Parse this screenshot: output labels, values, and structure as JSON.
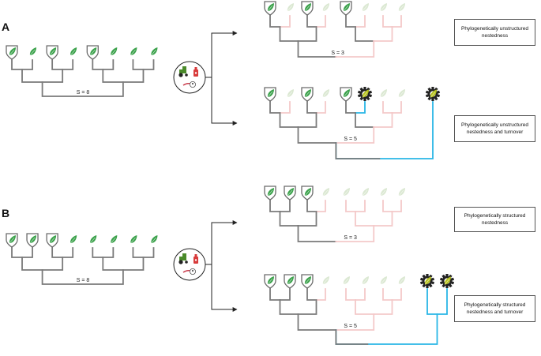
{
  "panels": [
    {
      "letter": "A",
      "source_label": "S = 8",
      "scenarios": [
        {
          "s_label": "S = 3",
          "title_line1": "Phylogenetically unstructured",
          "title_line2": "nestedness"
        },
        {
          "s_label": "S = 5",
          "title_line1": "Phylogenetically unstructured",
          "title_line2": "nestedness and turnover"
        }
      ]
    },
    {
      "letter": "B",
      "source_label": "S = 8",
      "scenarios": [
        {
          "s_label": "S = 3",
          "title_line1": "Phylogenetically structured",
          "title_line2": "nestedness"
        },
        {
          "s_label": "S = 5",
          "title_line1": "Phylogenetically structured",
          "title_line2": "nestedness and turnover"
        }
      ]
    }
  ],
  "colors": {
    "branch": "#7a7a7a",
    "lost_branch": "#f4c9c9",
    "new_branch": "#29b6e6",
    "leaf": "#3aa14a",
    "faded_leaf": "#dbe8d2",
    "shield": "#6b6b6b",
    "gear": "#222222"
  },
  "icons": [
    "shield-leaf-icon",
    "leaf-icon",
    "faded-leaf-icon",
    "gear-icon",
    "tractor-icon",
    "spray-bottle-icon",
    "seedling-icon",
    "person-icon"
  ]
}
